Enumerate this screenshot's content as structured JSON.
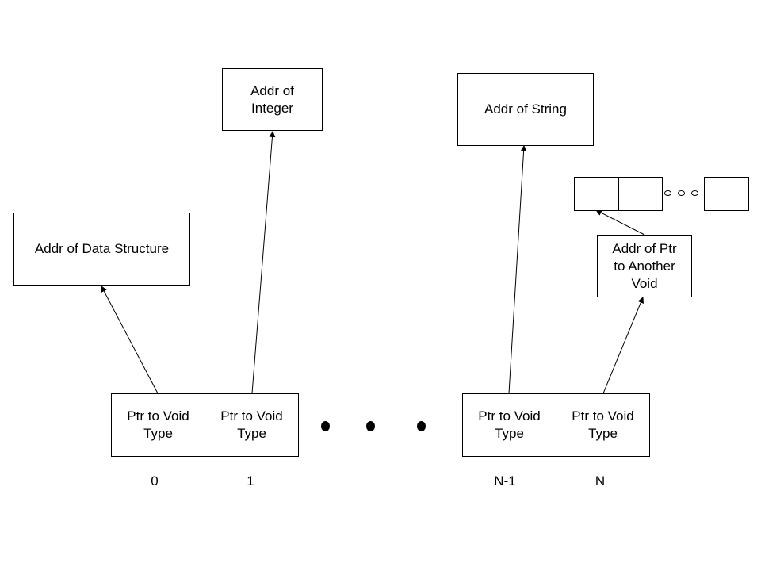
{
  "targets": {
    "data_structure": [
      "Addr of Data Structure"
    ],
    "integer": [
      "Addr of",
      "Integer"
    ],
    "string": [
      "Addr of String"
    ],
    "ptr_to_void": [
      "Addr of Ptr",
      "to Another",
      "Void"
    ]
  },
  "cells": [
    {
      "line1": "Ptr to Void",
      "line2": "Type",
      "index": "0"
    },
    {
      "line1": "Ptr to Void",
      "line2": "Type",
      "index": "1"
    },
    {
      "line1": "Ptr to Void",
      "line2": "Type",
      "index": "N-1"
    },
    {
      "line1": "Ptr to Void",
      "line2": "Type",
      "index": "N"
    }
  ]
}
